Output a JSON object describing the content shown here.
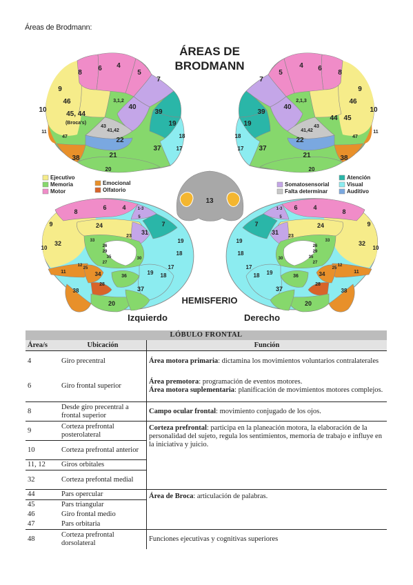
{
  "heading": "Áreas de Brodmann:",
  "figure": {
    "title_line1": "ÁREAS DE",
    "title_line2": "BRODMANN",
    "hemisphere_label": "HEMISFERIO",
    "left_label": "Izquierdo",
    "right_label": "Derecho",
    "center_area": "13",
    "legend_left": [
      {
        "label": "Ejecutivo",
        "color": "#f6ec8a"
      },
      {
        "label": "Memoria",
        "color": "#86d86c"
      },
      {
        "label": "Motor",
        "color": "#f08cc8"
      },
      {
        "label": "Emocional",
        "color": "#e8902a"
      },
      {
        "label": "Olfatorio",
        "color": "#d8642a"
      }
    ],
    "legend_right": [
      {
        "label": "Somatosensorial",
        "color": "#c4a6e8"
      },
      {
        "label": "Falta determinar",
        "color": "#c8c8c8"
      },
      {
        "label": "Atención",
        "color": "#2ab6a8"
      },
      {
        "label": "Visual",
        "color": "#8cecf0"
      },
      {
        "label": "Auditivo",
        "color": "#7aa8e0"
      }
    ],
    "area_numbers": {
      "lat_left": [
        "4",
        "6",
        "8",
        "9",
        "5",
        "7",
        "3,1,2",
        "40",
        "46",
        "45, 44",
        "(Broca's)",
        "10",
        "39",
        "19",
        "18",
        "17",
        "43",
        "41,42",
        "22",
        "11",
        "47",
        "38",
        "21",
        "37",
        "20"
      ],
      "lat_right": [
        "4",
        "6",
        "8",
        "9",
        "5",
        "7",
        "2,1,3",
        "40",
        "39",
        "46",
        "44",
        "45",
        "10",
        "19",
        "18",
        "17",
        "43",
        "41,42",
        "22",
        "11",
        "47",
        "21",
        "37",
        "38",
        "20"
      ],
      "med_left": [
        "6",
        "4",
        "1-3",
        "8",
        "5",
        "9",
        "24",
        "31",
        "7",
        "32",
        "33",
        "23",
        "26",
        "29",
        "30",
        "10",
        "35",
        "27",
        "25",
        "12",
        "11",
        "19",
        "18",
        "17",
        "34",
        "28",
        "36",
        "38",
        "37",
        "19",
        "18",
        "20"
      ],
      "med_right": [
        "4",
        "6",
        "1-3",
        "5",
        "8",
        "7",
        "31",
        "24",
        "9",
        "32",
        "33",
        "23",
        "26",
        "29",
        "30",
        "35",
        "27",
        "10",
        "25",
        "12",
        "11",
        "19",
        "18",
        "17",
        "34",
        "28",
        "36",
        "38",
        "37",
        "19",
        "18",
        "20"
      ]
    }
  },
  "table": {
    "title": "LÓBULO FRONTAL",
    "headers": {
      "area": "Área/s",
      "ubicacion": "Ubicación",
      "funcion": "Función"
    },
    "rows": [
      {
        "area": "4",
        "ubicacion": "Giro precentral"
      },
      {
        "area": "6",
        "ubicacion": "Giro frontal superior"
      },
      {
        "area": "8",
        "ubicacion": "Desde giro precentral a frontal superior"
      },
      {
        "area": "9",
        "ubicacion": "Corteza prefrontal posterolateral"
      },
      {
        "area": "10",
        "ubicacion": "Corteza prefrontal anterior"
      },
      {
        "area": "11, 12",
        "ubicacion": "Giros orbitales"
      },
      {
        "area": "32",
        "ubicacion": "Corteza prefontal medial"
      },
      {
        "area": "44",
        "ubicacion": "Pars opercular"
      },
      {
        "area": "45",
        "ubicacion": "Pars triangular"
      },
      {
        "area": "46",
        "ubicacion": "Giro frontal medio"
      },
      {
        "area": "47",
        "ubicacion": "Pars orbitaria"
      },
      {
        "area": "48",
        "ubicacion": "Corteza prefrontal dorsolateral"
      }
    ],
    "functions": {
      "f1_bold": "Área motora primaria",
      "f1_text": ": dictamina los movimientos voluntarios contralaterales",
      "f2_bold": "Área premotora",
      "f2_text": ": programación de eventos motores.",
      "f3_bold": "Área motora suplementaria",
      "f3_text": ": planificación de movimientos motores complejos.",
      "f4_bold": "Campo ocular frontal",
      "f4_text": ": movimiento conjugado de los ojos.",
      "f5_bold": "Corteza prefrontal",
      "f5_text": ": participa en la planeación motora, la elaboración de la personalidad del sujeto, regula los sentimientos, memoria de trabajo e influye en la iniciativa y juicio.",
      "f6_bold": "Área de Broca",
      "f6_text": ": articulación de palabras.",
      "f7_text": "Funciones ejecutivas y cognitivas superiores"
    }
  }
}
